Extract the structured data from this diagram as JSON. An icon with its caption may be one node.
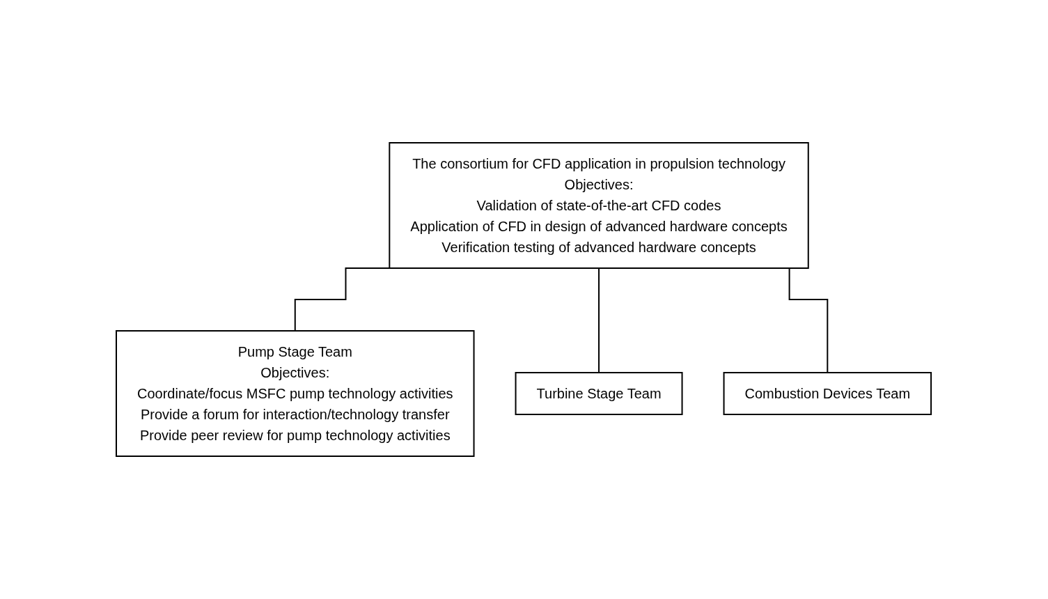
{
  "diagram": {
    "nodes": [
      {
        "text": [
          "The consortium for CFD application in propulsion technology",
          "Objectives:",
          "Validation of state-of-the-art CFD codes",
          "Application of CFD in design of advanced hardware concepts",
          "Verification testing of advanced hardware concepts"
        ]
      },
      {
        "text": [
          "Turbine Stage Team"
        ]
      },
      {
        "text": [
          "Combustion Devices Team"
        ]
      },
      {
        "text": [
          "Pump Stage Team",
          "Objectives:",
          "Coordinate/focus MSFC pump technology activities",
          "Provide a forum for interaction/technology transfer",
          "Provide peer review for pump technology activities"
        ]
      }
    ],
    "edges": [
      {
        "from": 0,
        "to": 3,
        "arrow": "none"
      },
      {
        "from": 0,
        "to": 1,
        "arrow": "none"
      },
      {
        "from": 0,
        "to": 2,
        "arrow": "none"
      }
    ]
  }
}
